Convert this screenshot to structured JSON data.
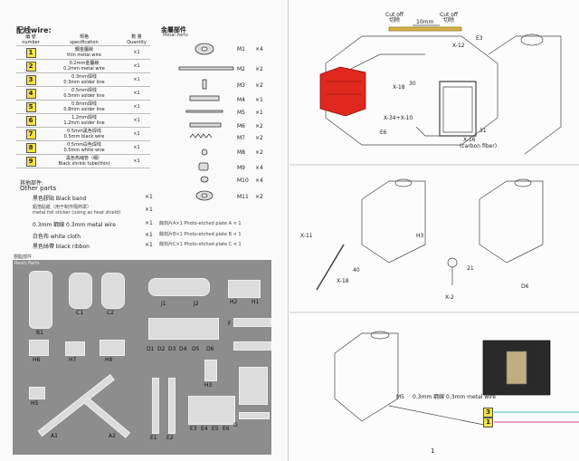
{
  "left": {
    "wire_title": "配线wire:",
    "wire_headers": {
      "number": "编 號\nnumber",
      "spec": "规格\nspecification",
      "qty": "數 量\nQuantity"
    },
    "wires": [
      {
        "n": "1",
        "spec": "鋼金屬線\nthin metal wire",
        "qty": "×1"
      },
      {
        "n": "2",
        "spec": "0.2mm金屬線\n0.2mm metal wire",
        "qty": "×1"
      },
      {
        "n": "3",
        "spec": "0.3mm焊线\n0.3mm solder line",
        "qty": "×1"
      },
      {
        "n": "4",
        "spec": "0.5mm焊线\n0.5mm solder line",
        "qty": "×1"
      },
      {
        "n": "5",
        "spec": "0.8mm焊线\n0.8mm solder line",
        "qty": "×1"
      },
      {
        "n": "6",
        "spec": "1.2mm焊线\n1.2mm solder line",
        "qty": "×1"
      },
      {
        "n": "7",
        "spec": "0.5mm黑色焊线\n0.5mm black wire",
        "qty": "×1"
      },
      {
        "n": "8",
        "spec": "0.5mm白色焊线\n0.5mm white wire",
        "qty": "×1"
      },
      {
        "n": "9",
        "spec": "黑色热缩管（细）\nBlack shrink tube(thin)",
        "qty": "×1"
      }
    ],
    "metal_title": "金屬部件",
    "metal_sub": "Metal Parts",
    "metal_parts": [
      {
        "code": "M1",
        "qty": "×4"
      },
      {
        "code": "M2",
        "qty": "×2"
      },
      {
        "code": "M3",
        "qty": "×2"
      },
      {
        "code": "M4",
        "qty": "×1"
      },
      {
        "code": "M5",
        "qty": "×1"
      },
      {
        "code": "M6",
        "qty": "×2"
      },
      {
        "code": "M7",
        "qty": "×2"
      },
      {
        "code": "M8",
        "qty": "×2"
      },
      {
        "code": "M9",
        "qty": "×4"
      },
      {
        "code": "M10",
        "qty": "×4"
      },
      {
        "code": "M11",
        "qty": "×2"
      }
    ],
    "other_title": "其他部件:",
    "other_sub": "Other parts",
    "other_parts": [
      {
        "text": "黑色膠貼 Black band",
        "qty": "×1"
      },
      {
        "text": "鋁箔貼紙（用于制作隔熱罩）\nmetal foil sticker (using as heat shield)",
        "qty": "×1"
      },
      {
        "text": "0.3mm 鋼線  0.3mm metal wire",
        "qty": "×1"
      },
      {
        "text": "白色布 white cloth",
        "qty": "×1"
      },
      {
        "text": "黑色絲帶 black ribbon",
        "qty": "×1"
      }
    ],
    "pe_parts": [
      "蝕刻片A×1  Photo-etched plate A × 1",
      "蝕刻片B×1  Photo-etched plate B × 1",
      "蝕刻片C×1  Photo-etched plate C × 1"
    ],
    "resin_title": "樹脂部件",
    "resin_sub": "Resin Parts",
    "resin_labels": [
      "B1",
      "C1",
      "C2",
      "J1",
      "J2",
      "H2",
      "H1",
      "H6",
      "H7",
      "H8",
      "H3",
      "H5",
      "A1",
      "A2",
      "E1",
      "E2",
      "E3",
      "E4",
      "E5",
      "E6",
      "D1",
      "D2",
      "D3",
      "D4",
      "D5",
      "D6",
      "F",
      "G"
    ]
  },
  "right": {
    "cut_off": "Cut off",
    "cut_off_cn": "切除",
    "dim_10mm": "10mm",
    "labels": [
      "X-12",
      "E3",
      "X-18",
      "30",
      "X-34+X-10",
      "E6",
      "31",
      "X-16",
      "(carbon fiber)",
      "X-11",
      "X-18",
      "40",
      "H3",
      "X-2",
      "21",
      "D6",
      "M5"
    ],
    "metal_wire_note": "0.3mm 鋼線\n0.3mm metal wire",
    "legend": [
      {
        "n": "3",
        "color": "#6cc6d8"
      },
      {
        "n": "1",
        "color": "#d96fa8"
      }
    ],
    "page_number": "1",
    "highlight_color": "#e0281e"
  }
}
